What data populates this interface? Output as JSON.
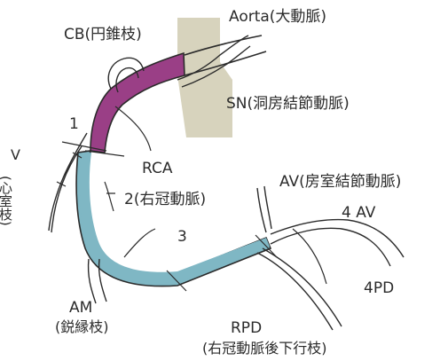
{
  "labels": {
    "cb": "CB(円錐枝)",
    "aorta": "Aorta(大動脈)",
    "sn": "SN(洞房結節動脈)",
    "seg1": "1",
    "v_top": "V",
    "v_bottom": "(心室枝)",
    "rca": "RCA",
    "seg2": "2(右冠動脈)",
    "av": "AV(房室結節動脈)",
    "av4": "4 AV",
    "seg3": "3",
    "pd4": "4PD",
    "am_top": "AM",
    "am_bottom": "(鋭縁枝)",
    "rpd_top": "RPD",
    "rpd_bottom": "(右冠動脈後下行枝)"
  },
  "colors": {
    "proximal_segment": "#9a3f86",
    "distal_segment": "#7fb7c4",
    "aorta_wall": "#d7d3bd",
    "outline": "#2b2b2b"
  }
}
